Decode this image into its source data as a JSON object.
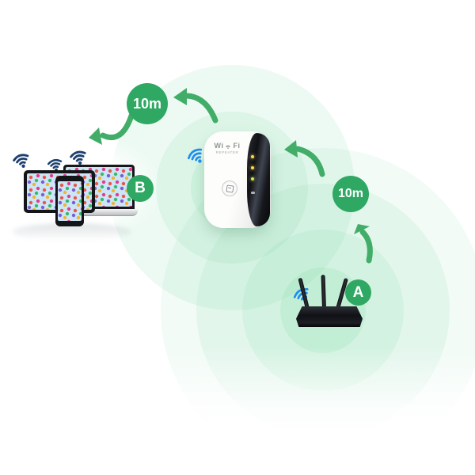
{
  "badges": {
    "distance_top": {
      "label": "10m"
    },
    "distance_right": {
      "label": "10m"
    },
    "point_b": {
      "label": "B"
    },
    "point_a": {
      "label": "A"
    }
  },
  "repeater": {
    "brand_left": "Wi",
    "brand_right": "Fi",
    "model": "REPEATER"
  },
  "colors": {
    "badge_green": "#2fa863",
    "arrow_green": "#41ad68",
    "ripple_green": "#6dd599",
    "wifi_signal_blue": "#1f8ef0",
    "device_wifi_navy": "#1d3f6e",
    "led_yellow": "#ffd84d",
    "background": "#ffffff"
  },
  "icons": {
    "wifi": "three arcs + dot",
    "wps": "round button with square glyph",
    "arrow": "curved green arrow"
  }
}
